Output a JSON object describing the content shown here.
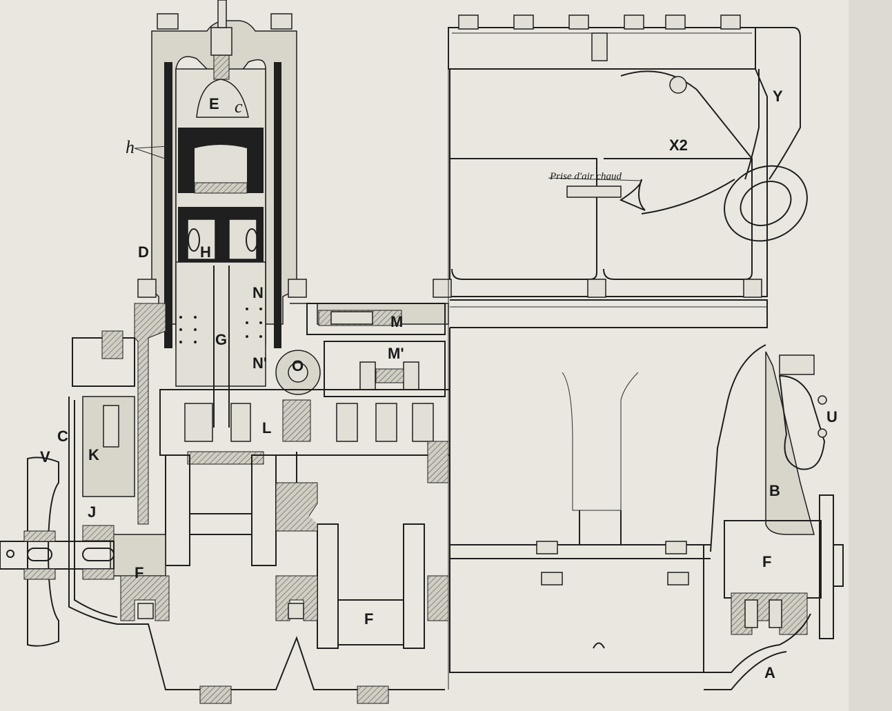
{
  "labels": {
    "E": "E",
    "c": "c",
    "h": "h",
    "D": "D",
    "H": "H",
    "N": "N",
    "N2": "N'",
    "G": "G",
    "M": "M",
    "M2": "M'",
    "O": "O",
    "C": "C",
    "K": "K",
    "L": "L",
    "V": "V",
    "J": "J",
    "F_left": "F",
    "F_bottom": "F",
    "F_right": "F",
    "B": "B",
    "U": "U",
    "A": "A",
    "Y": "Y",
    "X2": "X2"
  },
  "annotations": {
    "prise_air": "Prise d'air chaud"
  },
  "colors": {
    "paper": "#e9e7df",
    "ink": "#1e1e1e",
    "section": "#d8d5cb"
  }
}
